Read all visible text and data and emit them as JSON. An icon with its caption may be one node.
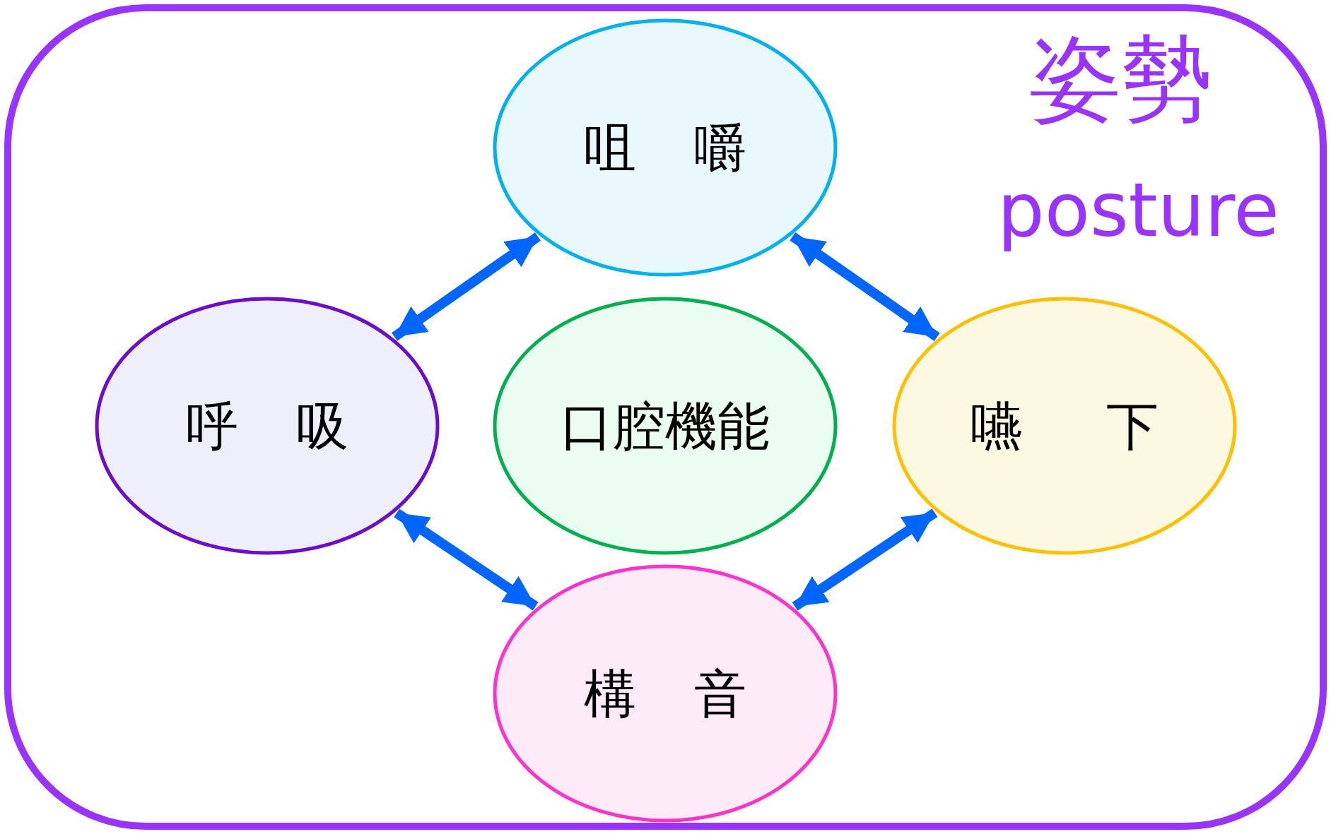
{
  "diagram": {
    "nodes": [
      {
        "text": [
          "姿勢",
          "posture"
        ]
      },
      {
        "text": [
          "咀嚼"
        ],
        "in": 0
      },
      {
        "text": [
          "呼吸"
        ],
        "in": 0
      },
      {
        "text": [
          "口腔機能"
        ],
        "in": 0
      },
      {
        "text": [
          "嚥下"
        ],
        "in": 0
      },
      {
        "text": [
          "構音"
        ],
        "in": 0
      }
    ],
    "edges": [
      {
        "from": 1,
        "to": 2,
        "arrow": "both"
      },
      {
        "from": 1,
        "to": 4,
        "arrow": "both"
      },
      {
        "from": 2,
        "to": 5,
        "arrow": "both"
      },
      {
        "from": 4,
        "to": 5,
        "arrow": "both"
      }
    ]
  }
}
